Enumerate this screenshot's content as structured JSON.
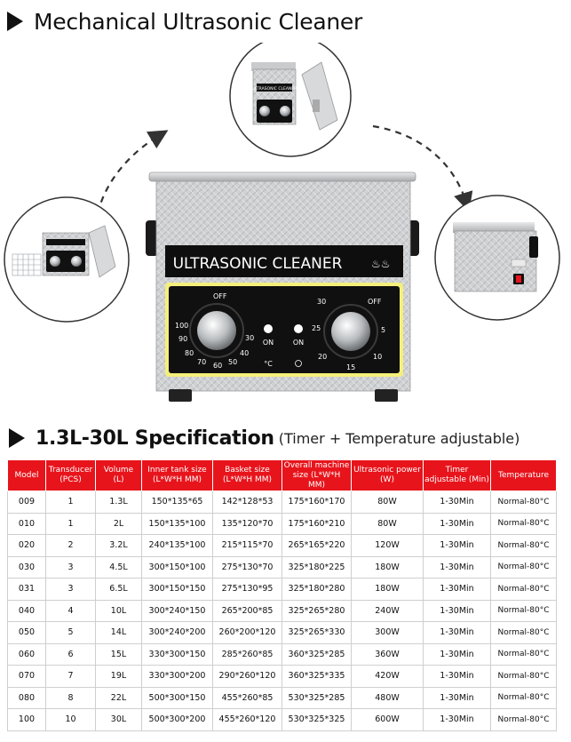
{
  "heading1": "Mechanical Ultrasonic Cleaner",
  "device": {
    "label": "ULTRASONIC CLEANER",
    "temp_knob": {
      "off": "OFF",
      "marks": [
        "100",
        "90",
        "80",
        "70",
        "60",
        "50",
        "40",
        "30"
      ],
      "unit": "°C"
    },
    "timer_knob": {
      "off": "OFF",
      "marks": [
        "30",
        "25",
        "20",
        "15",
        "10",
        "5"
      ]
    },
    "indicator_left": "ON",
    "indicator_right": "ON",
    "small_label": "ULTRASONIC CLEANER"
  },
  "heading2": {
    "main": "1.3L-30L Specification",
    "sub": "(Timer + Temperature adjustable)"
  },
  "table": {
    "headers": [
      [
        "Model"
      ],
      [
        "Transducer",
        "(PCS)"
      ],
      [
        "Volume",
        "(L)"
      ],
      [
        "Inner tank size",
        "(L*W*H MM)"
      ],
      [
        "Basket size",
        "(L*W*H MM)"
      ],
      [
        "Overall machine",
        "size (L*W*H MM)"
      ],
      [
        "Ultrasonic power",
        "(W)"
      ],
      [
        "Timer",
        "adjustable (Min)"
      ],
      [
        "Temperature"
      ]
    ],
    "rows": [
      [
        "009",
        "1",
        "1.3L",
        "150*135*65",
        "142*128*53",
        "175*160*170",
        "80W",
        "1-30Min",
        "Normal-80°C"
      ],
      [
        "010",
        "1",
        "2L",
        "150*135*100",
        "135*120*70",
        "175*160*210",
        "80W",
        "1-30Min",
        "Normal-80°C"
      ],
      [
        "020",
        "2",
        "3.2L",
        "240*135*100",
        "215*115*70",
        "265*165*220",
        "120W",
        "1-30Min",
        "Normal-80°C"
      ],
      [
        "030",
        "3",
        "4.5L",
        "300*150*100",
        "275*130*70",
        "325*180*225",
        "180W",
        "1-30Min",
        "Normal-80°C"
      ],
      [
        "031",
        "3",
        "6.5L",
        "300*150*150",
        "275*130*95",
        "325*180*280",
        "180W",
        "1-30Min",
        "Normal-80°C"
      ],
      [
        "040",
        "4",
        "10L",
        "300*240*150",
        "265*200*85",
        "325*265*280",
        "240W",
        "1-30Min",
        "Normal-80°C"
      ],
      [
        "050",
        "5",
        "14L",
        "300*240*200",
        "260*200*120",
        "325*265*330",
        "300W",
        "1-30Min",
        "Normal-80°C"
      ],
      [
        "060",
        "6",
        "15L",
        "330*300*150",
        "285*260*85",
        "360*325*285",
        "360W",
        "1-30Min",
        "Normal-80°C"
      ],
      [
        "070",
        "7",
        "19L",
        "330*300*200",
        "290*260*120",
        "360*325*335",
        "420W",
        "1-30Min",
        "Normal-80°C"
      ],
      [
        "080",
        "8",
        "22L",
        "500*300*150",
        "455*260*85",
        "530*325*285",
        "480W",
        "1-30Min",
        "Normal-80°C"
      ],
      [
        "100",
        "10",
        "30L",
        "500*300*200",
        "455*260*120",
        "530*325*325",
        "600W",
        "1-30Min",
        "Normal-80°C"
      ]
    ]
  }
}
